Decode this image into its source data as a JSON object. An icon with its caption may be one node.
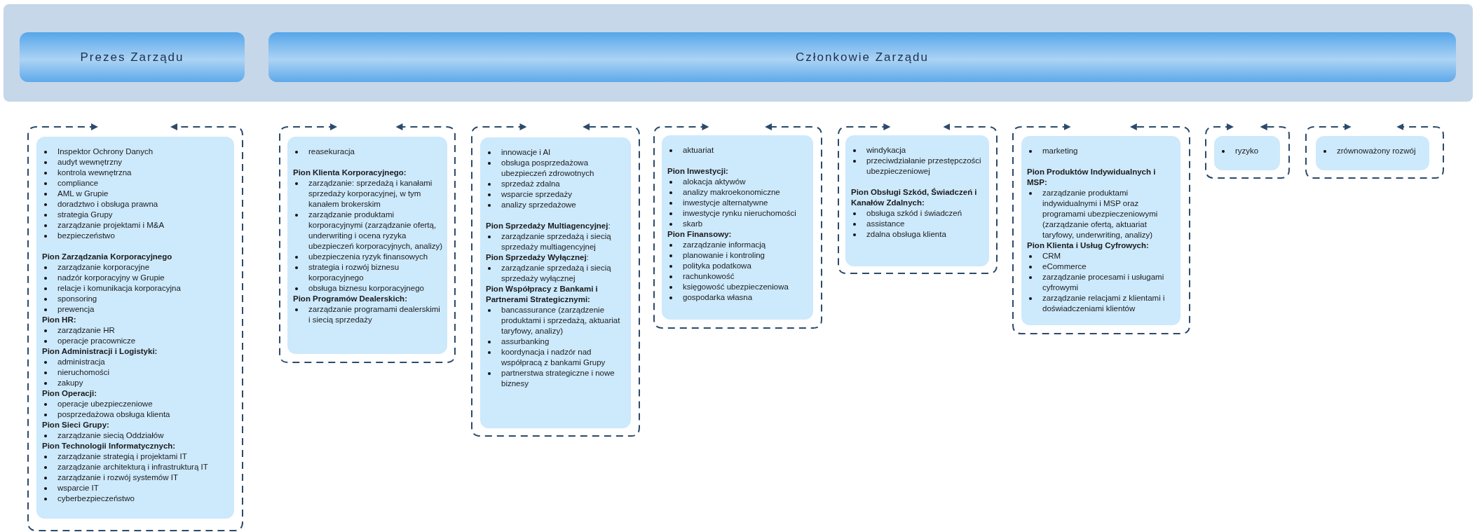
{
  "diagram": {
    "nodes": [
      {
        "text": [],
        "shape": "box"
      },
      {
        "text": [
          "Prezes Zarządu"
        ],
        "in": 0
      },
      {
        "text": [
          "Członkowie Zarządu"
        ],
        "in": 0
      },
      {
        "text": [
          "Inspektor Ochrony Danych",
          "audyt wewnętrzny",
          "kontrola wewnętrzna",
          "compliance",
          "AML w Grupie",
          "doradztwo i obsługa prawna",
          "strategia Grupy",
          "zarządzanie projektami i M&A",
          "bezpieczeństwo",
          "Pion Zarządzania Korporacyjnego",
          "zarządzanie korporacyjne",
          "nadzór korporacyjny w Grupie",
          "relacje i komunikacja korporacyjna",
          "sponsoring",
          "prewencja",
          "Pion HR:",
          "zarządzanie HR",
          "operacje pracownicze",
          "Pion Administracji i Logistyki:",
          "administracja",
          "nieruchomości",
          "zakupy",
          "Pion Operacji:",
          "operacje ubezpieczeniowe",
          "posprzedażowa obsługa klienta",
          "Pion Sieci Grupy:",
          "zarządzanie siecią Oddziałów",
          "Pion Technologii Informatycznych:",
          "zarządzanie strategią i projektami IT",
          "zarządzanie architekturą i infrastrukturą IT",
          "zarządzanie i rozwój systemów IT",
          "wsparcie IT",
          "cyberbezpieczeństwo"
        ]
      },
      {
        "text": [
          "reasekuracja",
          "Pion Klienta Korporacyjnego:",
          "zarządzanie: sprzedażą i kanałami sprzedaży korporacyjnej, w tym kanałem brokerskim",
          "zarządzanie produktami korporacyjnymi (zarządzanie ofertą, underwriting i ocena ryzyka ubezpieczeń korporacyjnych, analizy)",
          "ubezpieczenia ryzyk finansowych",
          "strategia i rozwój biznesu korporacyjnego",
          "obsługa biznesu korporacyjnego",
          "Pion Programów Dealerskich:",
          "zarządzanie programami dealerskimi i siecią sprzedaży"
        ]
      },
      {
        "text": [
          "innowacje i AI",
          "obsługa posprzedażowa ubezpieczeń zdrowotnych",
          "sprzedaż zdalna",
          "wsparcie sprzedaży",
          "analizy sprzedażowe",
          "**Pion Sprzedaży Multiagencyjnej**:",
          "zarządzanie sprzedażą i siecią sprzedaży multiagencyjnej",
          "**Pion Sprzedaży Wyłącznej**:",
          "zarządzanie sprzedażą i siecią sprzedaży wyłącznej",
          "Pion Współpracy z Bankami i Partnerami Strategicznymi:",
          "bancassurance (zarządzenie produktami i sprzedażą, aktuariat taryfowy, analizy)",
          "assurbanking",
          "koordynacja i nadzór nad współpracą z bankami Grupy",
          "partnerstwa strategiczne i nowe biznesy"
        ]
      },
      {
        "text": [
          "aktuariat",
          "Pion Inwestycji:",
          "alokacja aktywów",
          "analizy makroekonomiczne",
          "inwestycje alternatywne",
          "inwestycje rynku nieruchomości",
          "skarb",
          "Pion Finansowy:",
          "zarządzanie informacją",
          "planowanie i kontroling",
          "polityka podatkowa",
          "rachunkowość",
          "księgowość ubezpieczeniowa",
          "gospodarka własna"
        ]
      },
      {
        "text": [
          "windykacja",
          "przeciwdziałanie przestępczości ubezpieczeniowej",
          "Pion Obsługi Szkód, Świadczeń i Kanałów Zdalnych:",
          "obsługa szkód i świadczeń",
          "assistance",
          "zdalna obsługa klienta"
        ]
      },
      {
        "text": [
          "marketing",
          "Pion Produktów Indywidualnych i MSP:",
          "zarządzanie produktami indywidualnymi i MSP oraz programami ubezpieczeniowymi (zarządzanie ofertą, aktuariat taryfowy, underwriting, analizy)",
          "Pion Klienta i Usług Cyfrowych:",
          "CRM",
          "eCommerce",
          "zarządzanie procesami i usługami cyfrowymi",
          "zarządzanie relacjami z klientami i doświadczeniami klientów"
        ]
      },
      {
        "text": [
          "ryzyko"
        ]
      },
      {
        "text": [
          "zrównoważony rozwój"
        ]
      }
    ],
    "edges": [
      {
        "from": 3,
        "to": 3,
        "arrow": "both",
        "style": "dashed"
      },
      {
        "from": 4,
        "to": 4,
        "arrow": "both",
        "style": "dashed"
      },
      {
        "from": 5,
        "to": 5,
        "arrow": "both",
        "style": "dashed"
      },
      {
        "from": 6,
        "to": 6,
        "arrow": "both",
        "style": "dashed"
      },
      {
        "from": 7,
        "to": 7,
        "arrow": "both",
        "style": "dashed"
      },
      {
        "from": 8,
        "to": 8,
        "arrow": "both",
        "style": "dashed"
      },
      {
        "from": 9,
        "to": 9,
        "arrow": "both",
        "style": "dashed"
      },
      {
        "from": 10,
        "to": 10,
        "arrow": "both",
        "style": "dashed"
      }
    ]
  }
}
